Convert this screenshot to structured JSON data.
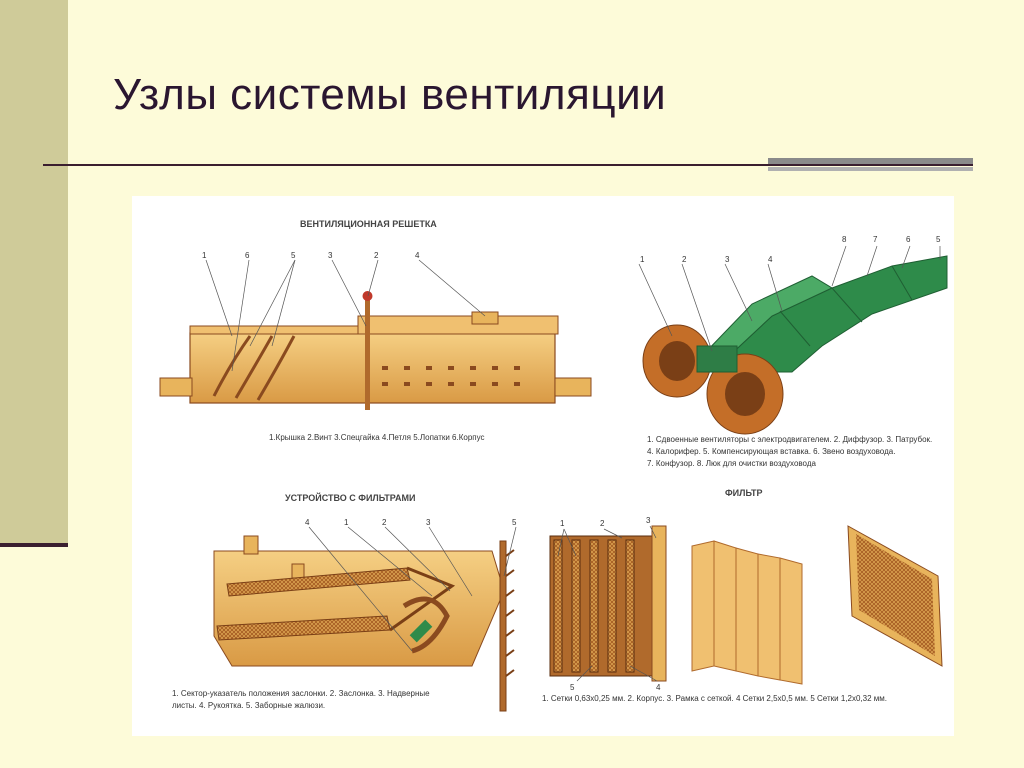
{
  "slide": {
    "title": "Узлы системы вентиляции",
    "colors": {
      "background": "#fdfbd9",
      "sidebar": "#cfcb99",
      "rule": "#3a1e2f",
      "accent": "#8a8a8a",
      "wood": "#e8b45c",
      "wood_dark": "#8a4a1f",
      "duct_green": "#2e8b4a"
    }
  },
  "figure": {
    "grille": {
      "heading": "ВЕНТИЛЯЦИОННАЯ РЕШЕТКА",
      "labels": [
        "1",
        "6",
        "5",
        "3",
        "2",
        "4"
      ],
      "caption": "1.Крышка 2.Винт 3.Спецгайка 4.Петля 5.Лопатки 6.Корпус"
    },
    "fan_unit": {
      "labels": [
        "1",
        "2",
        "3",
        "4",
        "8",
        "7",
        "6",
        "5"
      ],
      "caption_lines": [
        "1. Сдвоенные вентиляторы с электродвигателем. 2. Диффузор. 3. Патрубок.",
        "4. Калорифер. 5. Компенсирующая вставка. 6. Звено воздуховода.",
        "7. Конфузор. 8. Люк для очистки воздуховода"
      ]
    },
    "filter_device": {
      "heading": "УСТРОЙСТВО С ФИЛЬТРАМИ",
      "labels": [
        "4",
        "1",
        "2",
        "3",
        "5"
      ],
      "caption_lines": [
        "1. Сектор-указатель положения заслонки. 2. Заслонка. 3. Надверные",
        "листы. 4. Рукоятка. 5. Заборные жалюзи."
      ]
    },
    "filter": {
      "heading": "ФИЛЬТР",
      "labels": [
        "1",
        "2",
        "3",
        "5",
        "4"
      ],
      "caption": "1. Сетки 0,63х0,25 мм. 2. Корпус. 3. Рамка с сеткой. 4 Сетки 2,5х0,5 мм. 5 Сетки 1,2х0,32 мм."
    }
  }
}
